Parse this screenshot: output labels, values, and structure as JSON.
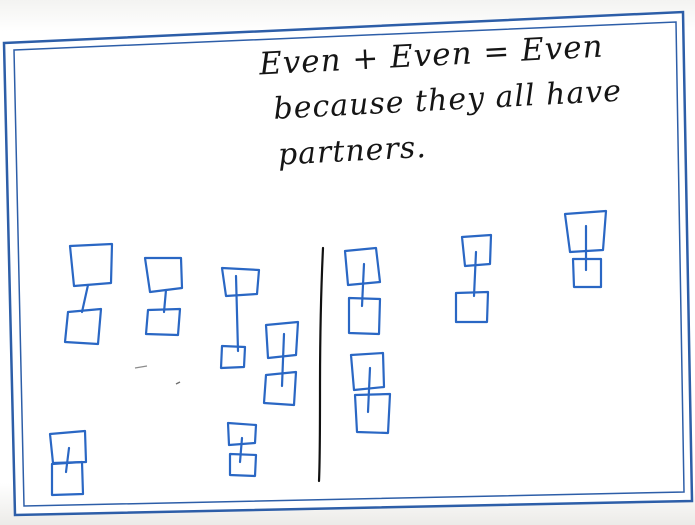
{
  "note": {
    "line1": "Even + Even = Even",
    "line2": "because they all have",
    "line3": "partners."
  },
  "drawing": {
    "left_group_pairs": 6,
    "right_group_pairs": 4,
    "ink_color": "#2a67c4",
    "text_color": "#151515",
    "frame_color": "#2d5ea8"
  }
}
